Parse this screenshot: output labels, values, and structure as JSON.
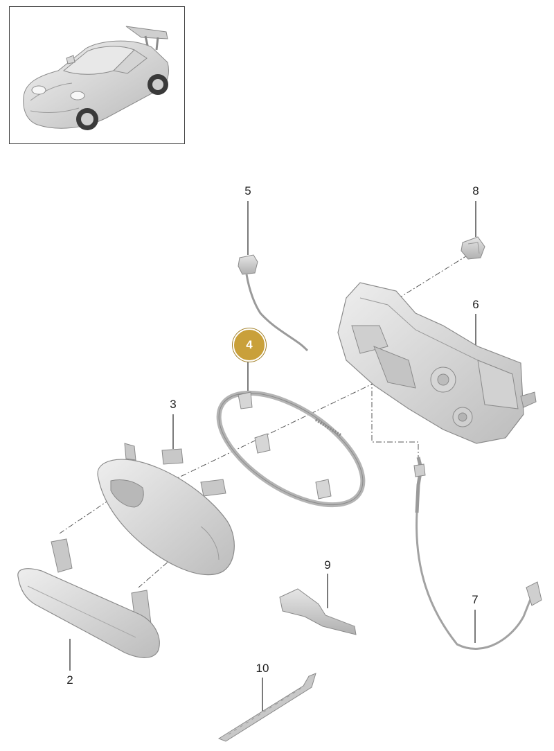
{
  "diagram": {
    "callouts": [
      {
        "id": "2",
        "label": "2"
      },
      {
        "id": "3",
        "label": "3"
      },
      {
        "id": "4",
        "label": "4",
        "highlighted": true
      },
      {
        "id": "5",
        "label": "5"
      },
      {
        "id": "6",
        "label": "6"
      },
      {
        "id": "7",
        "label": "7"
      },
      {
        "id": "8",
        "label": "8"
      },
      {
        "id": "9",
        "label": "9"
      },
      {
        "id": "10",
        "label": "10"
      }
    ],
    "highlight_color": "#c9a03a",
    "line_color": "#333333",
    "part_fill": "#dcdcdc",
    "part_stroke": "#8a8a8a",
    "thumbnail": {
      "icon": "sports-car-icon"
    }
  }
}
